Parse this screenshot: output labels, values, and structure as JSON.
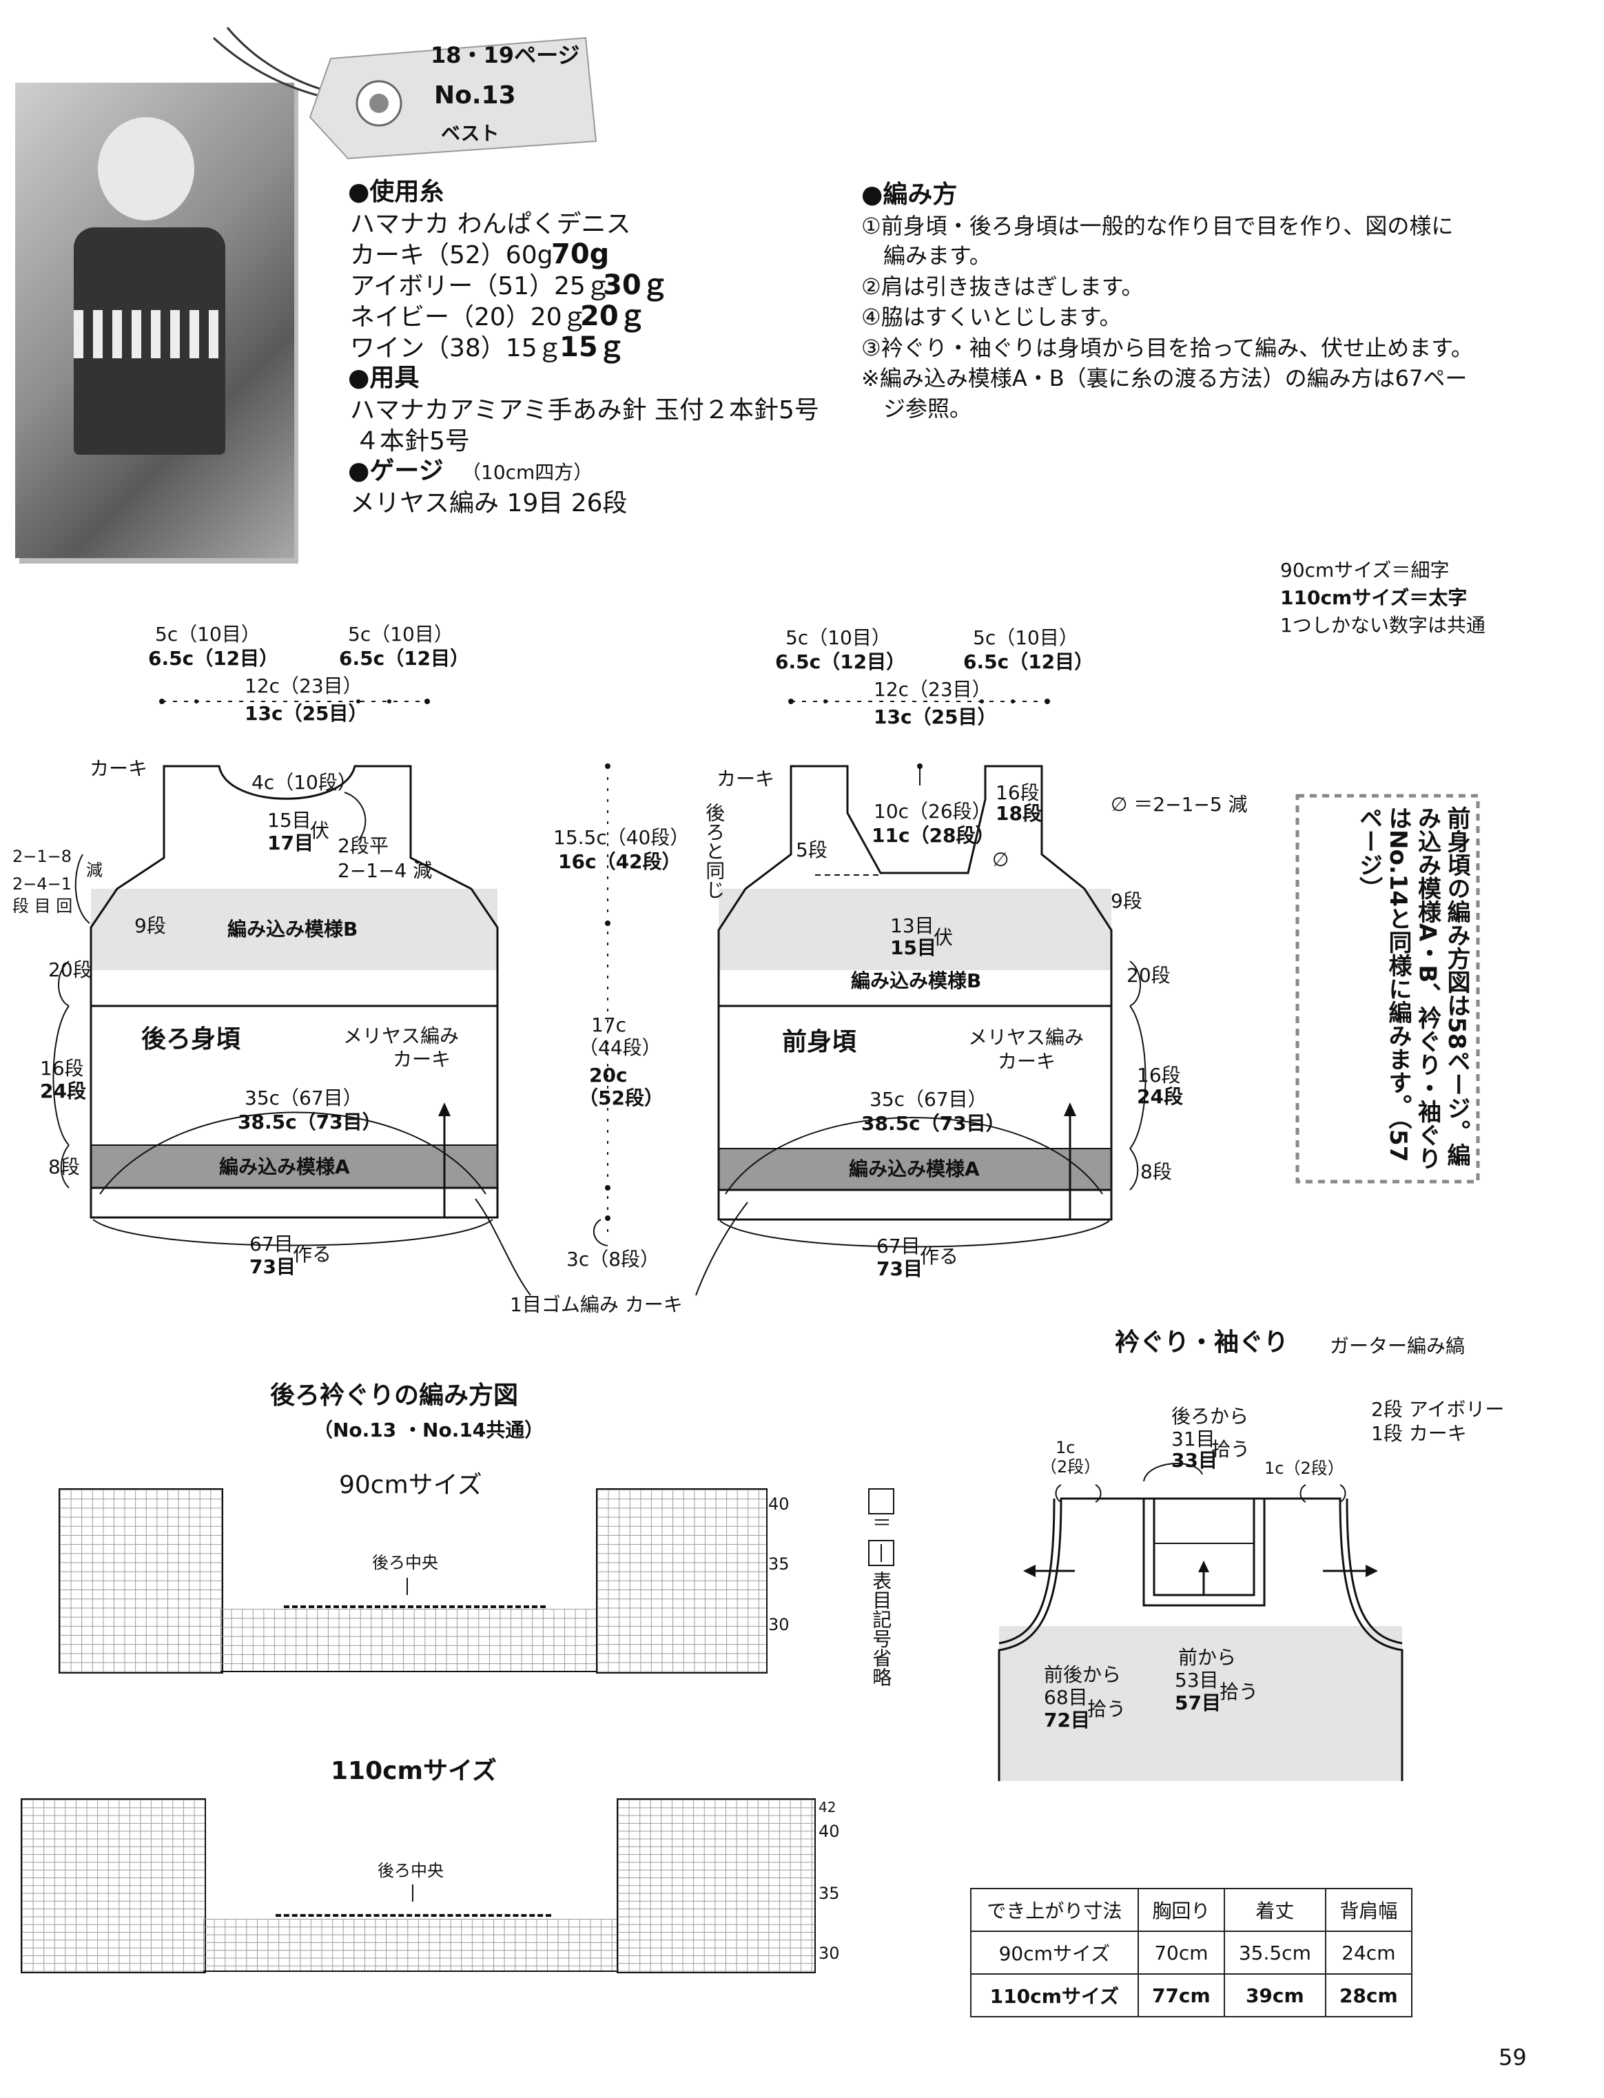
{
  "tag": {
    "pages": "18・19ページ",
    "number": "No.13",
    "item": "ベスト"
  },
  "materials": {
    "yarn_heading": "●使用糸",
    "yarn_brand": "ハマナカ わんぱくデニス",
    "yarns": [
      {
        "name": "カーキ（52）60g",
        "big": "70g"
      },
      {
        "name": "アイボリー（51）25ｇ",
        "big": "30ｇ"
      },
      {
        "name": "ネイビー（20）20ｇ",
        "big": "20ｇ"
      },
      {
        "name": "ワイン（38）15ｇ",
        "big": "15ｇ"
      }
    ],
    "tools_heading": "●用具",
    "tools_line1": "ハマナカアミアミ手あみ針 玉付２本針5号",
    "tools_line2": "４本針5号",
    "gauge_heading": "●ゲージ",
    "gauge_unit": "（10cm四方）",
    "gauge_line": "メリヤス編み 19目 26段"
  },
  "method": {
    "heading": "●編み方",
    "steps": [
      "①前身頃・後ろ身頃は一般的な作り目で目を作り、図の様に",
      "編みます。",
      "②肩は引き抜きはぎします。",
      "④脇はすくいとじします。",
      "③衿ぐり・袖ぐりは身頃から目を拾って編み、伏せ止めます。",
      "※編み込み模様A・B（裏に糸の渡る方法）の編み方は67ペー",
      "ジ参照。"
    ]
  },
  "legend": {
    "line1": "90cmサイズ＝細字",
    "line2": "110cmサイズ＝太字",
    "line3": "1つしかない数字は共通"
  },
  "back": {
    "khaki": "カーキ",
    "neck_w": "4c（10段）",
    "bind1": "15目",
    "bind2": "17目",
    "bind_fu": "伏",
    "dec1": "2段平",
    "dec2": "2−1−4 減",
    "side1": "2−1−8",
    "side2": "2−4−1",
    "side3": "段 目 回",
    "side_gen": "減",
    "rows9": "9段",
    "rows20": "20段",
    "rows16": "16段",
    "rows24": "24段",
    "rows8": "8段",
    "patB": "編み込み模様B",
    "title": "後ろ身頃",
    "stockinette": "メリヤス編み",
    "khaki2": "カーキ",
    "w1": "35c（67目）",
    "w2": "38.5c（73目）",
    "patA": "編み込み模様A",
    "cast1": "67目",
    "cast2": "73目",
    "cast3": "作る",
    "top_l1": "5c（10目）",
    "top_l2": "6.5c（12目）",
    "top_r1": "5c（10目）",
    "top_r2": "6.5c（12目）",
    "top_c1": "12c（23目）",
    "top_c2": "13c（25目）"
  },
  "center": {
    "h1a": "15.5c（40段）",
    "h1b": "16c（42段）",
    "h2a": "17c",
    "h2b": "（44段）",
    "h2c": "20c",
    "h2d": "（52段）",
    "h3": "3c（8段）",
    "rib": "1目ゴム編み カーキ"
  },
  "front": {
    "khaki": "カーキ",
    "same": "後ろと同じ",
    "rows5": "5段",
    "neck1": "10c（26段）",
    "neck2": "11c（28段）",
    "sh1": "16段",
    "sh2": "18段",
    "dec_note": "∅ ＝2−1−5 減",
    "phi": "∅",
    "bind1": "13目",
    "bind2": "15目",
    "bind_fu": "伏",
    "rows9": "9段",
    "rows20": "20段",
    "rows16": "16段",
    "rows24": "24段",
    "rows8": "8段",
    "patB": "編み込み模様B",
    "title": "前身頃",
    "stockinette": "メリヤス編み",
    "khaki2": "カーキ",
    "w1": "35c（67目）",
    "w2": "38.5c（73目）",
    "patA": "編み込み模様A",
    "cast1": "67目",
    "cast2": "73目",
    "cast3": "作る",
    "top_l1": "5c（10目）",
    "top_l2": "6.5c（12目）",
    "top_r1": "5c（10目）",
    "top_r2": "6.5c（12目）",
    "top_c1": "12c（23目）",
    "top_c2": "13c（25目）"
  },
  "note_box": "前身頃の編み方図は58ページ。編み込み模様A・B、衿ぐり・袖ぐりはNo.14と同様に編みます。（57ページ）",
  "neck_chart": {
    "title": "後ろ衿ぐりの編み方図",
    "subtitle": "（No.13 ・No.14共通）",
    "size90": "90cmサイズ",
    "size110": "110cmサイズ",
    "center": "後ろ中央",
    "rows90": [
      "40",
      "35",
      "30"
    ],
    "rows110": [
      "42",
      "40",
      "35",
      "30"
    ],
    "symbol_eq": "＝",
    "symbol_note": "表目記号省略"
  },
  "edging": {
    "title": "衿ぐり・袖ぐり",
    "subtitle": "ガーター編み縞",
    "stripe1": "2段 アイボリー",
    "stripe2": "1段 カーキ",
    "back_pick1": "後ろから",
    "back_pick2": "31目",
    "back_pick3": "33目",
    "back_pick4": "拾う",
    "c1a": "1c",
    "c1b": "（2段）",
    "c2": "1c（2段）",
    "front_pick1": "前から",
    "front_pick2": "53目",
    "front_pick3": "57目",
    "front_pick4": "拾う",
    "arm1": "前後から",
    "arm2": "68目",
    "arm3": "72目",
    "arm4": "拾う"
  },
  "size_table": {
    "headers": [
      "でき上がり寸法",
      "胸回り",
      "着丈",
      "背肩幅"
    ],
    "rows": [
      [
        "90cmサイズ",
        "70cm",
        "35.5cm",
        "24cm"
      ],
      [
        "110cmサイズ",
        "77cm",
        "39cm",
        "28cm"
      ]
    ]
  },
  "page_number": "59"
}
